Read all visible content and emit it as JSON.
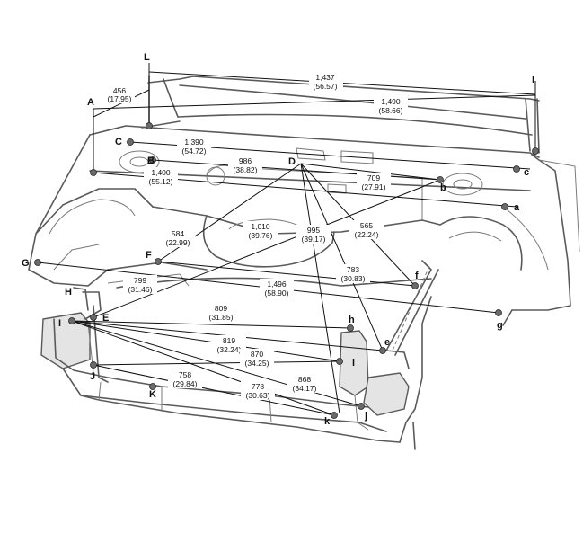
{
  "points": {
    "A": "A",
    "B": "B",
    "C": "C",
    "D": "D",
    "F": "F",
    "G": "G",
    "H": "H",
    "I": "I",
    "E": "E",
    "J": "J",
    "K": "K",
    "L": "L",
    "a": "a",
    "b": "b",
    "c": "c",
    "e": "e",
    "f": "f",
    "g": "g",
    "h": "h",
    "i": "i",
    "j": "j",
    "k": "k",
    "l": "I"
  },
  "dimensions": [
    {
      "id": "AL",
      "mm": "456",
      "in": "(17.95)"
    },
    {
      "id": "Ll",
      "mm": "1,437",
      "in": "(56.57)"
    },
    {
      "id": "Al",
      "mm": "1,490",
      "in": "(58.66)"
    },
    {
      "id": "Cc",
      "mm": "1,390",
      "in": "(54.72)"
    },
    {
      "id": "Bb",
      "mm": "986",
      "in": "(38.82)"
    },
    {
      "id": "Ba",
      "mm": "1,400",
      "in": "(55.12)"
    },
    {
      "id": "Db",
      "mm": "709",
      "in": "(27.91)"
    },
    {
      "id": "Ff",
      "mm": "1,010",
      "in": "(39.76)"
    },
    {
      "id": "Df",
      "mm": "995",
      "in": "(39.17)"
    },
    {
      "id": "FD",
      "mm": "584",
      "in": "(22.99)"
    },
    {
      "id": "De",
      "mm": "565",
      "in": "(22.24)"
    },
    {
      "id": "Ea",
      "mm": "799",
      "in": "(31.46)"
    },
    {
      "id": "Dk",
      "mm": "783",
      "in": "(30.83)"
    },
    {
      "id": "Gg",
      "mm": "1,496",
      "in": "(58.90)"
    },
    {
      "id": "Ih",
      "mm": "809",
      "in": "(31.85)"
    },
    {
      "id": "Ij",
      "mm": "819",
      "in": "(32.24)"
    },
    {
      "id": "Ii",
      "mm": "870",
      "in": "(34.25)"
    },
    {
      "id": "JK",
      "mm": "758",
      "in": "(29.84)"
    },
    {
      "id": "Ik",
      "mm": "778",
      "in": "(30.63)"
    },
    {
      "id": "Ik2",
      "mm": "868",
      "in": "(34.17)"
    }
  ]
}
